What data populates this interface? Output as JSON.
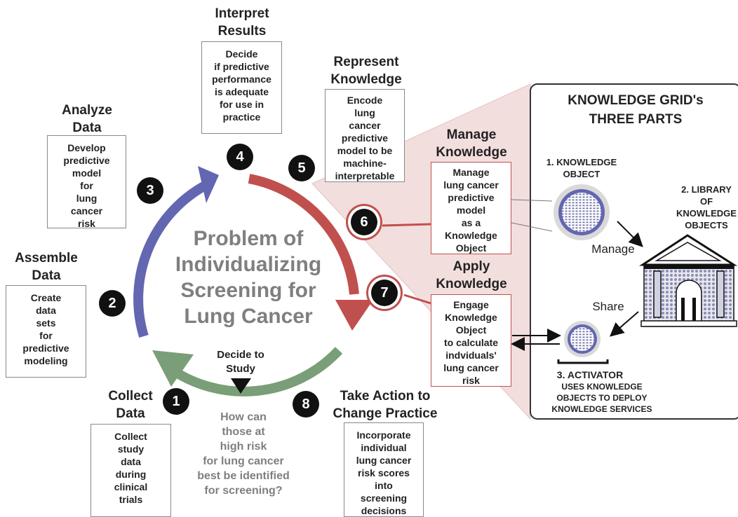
{
  "center_title": "Problem of\nIndividualizing\nScreening for\nLung Cancer",
  "decide_to_study": "Decide to\nStudy",
  "question": "How can\nthose at\nhigh risk\nfor lung cancer\nbest be identified\nfor screening?",
  "steps": [
    {
      "number": "1",
      "title": "Collect\nData",
      "text": "Collect\nstudy\ndata\nduring\nclinical\ntrials"
    },
    {
      "number": "2",
      "title": "Assemble\nData",
      "text": "Create\ndata\nsets\nfor\npredictive\nmodeling"
    },
    {
      "number": "3",
      "title": "Analyze\nData",
      "text": "Develop\npredictive\nmodel\nfor\nlung\ncancer\nrisk"
    },
    {
      "number": "4",
      "title": "Interpret\nResults",
      "text": "Decide\nif predictive\nperformance\nis adequate\nfor use in\npractice"
    },
    {
      "number": "5",
      "title": "Represent\nKnowledge",
      "text": "Encode\nlung\ncancer\npredictive\nmodel to be\nmachine-\ninterpretable"
    },
    {
      "number": "6",
      "title": "Manage\nKnowledge",
      "text": "Manage\nlung cancer\npredictive\nmodel\nas a\nKnowledge\nObject"
    },
    {
      "number": "7",
      "title": "Apply\nKnowledge",
      "text": "Engage\nKnowledge\nObject\nto calculate\nindviduals'\nlung cancer\nrisk"
    },
    {
      "number": "8",
      "title": "Take Action to\nChange Practice",
      "text": "Incorporate\nindividual\nlung cancer\nrisk scores\ninto\nscreening\ndecisions"
    }
  ],
  "grid": {
    "title": "KNOWLEDGE GRID's\nTHREE PARTS",
    "part1": "1. KNOWLEDGE\nOBJECT",
    "part2": "2. LIBRARY\nOF\nKNOWLEDGE\nOBJECTS",
    "part3": "3. ACTIVATOR",
    "part3_desc": "USES KNOWLEDGE\nOBJECTS TO DEPLOY\nKNOWLEDGE SERVICES",
    "manage_label": "Manage",
    "share_label": "Share"
  },
  "colors": {
    "purple": "#6366b0",
    "red": "#c0504d",
    "green": "#7a9e77",
    "gray_text": "#7f7f7f",
    "pink_fill": "#f3dede",
    "black": "#111111"
  }
}
